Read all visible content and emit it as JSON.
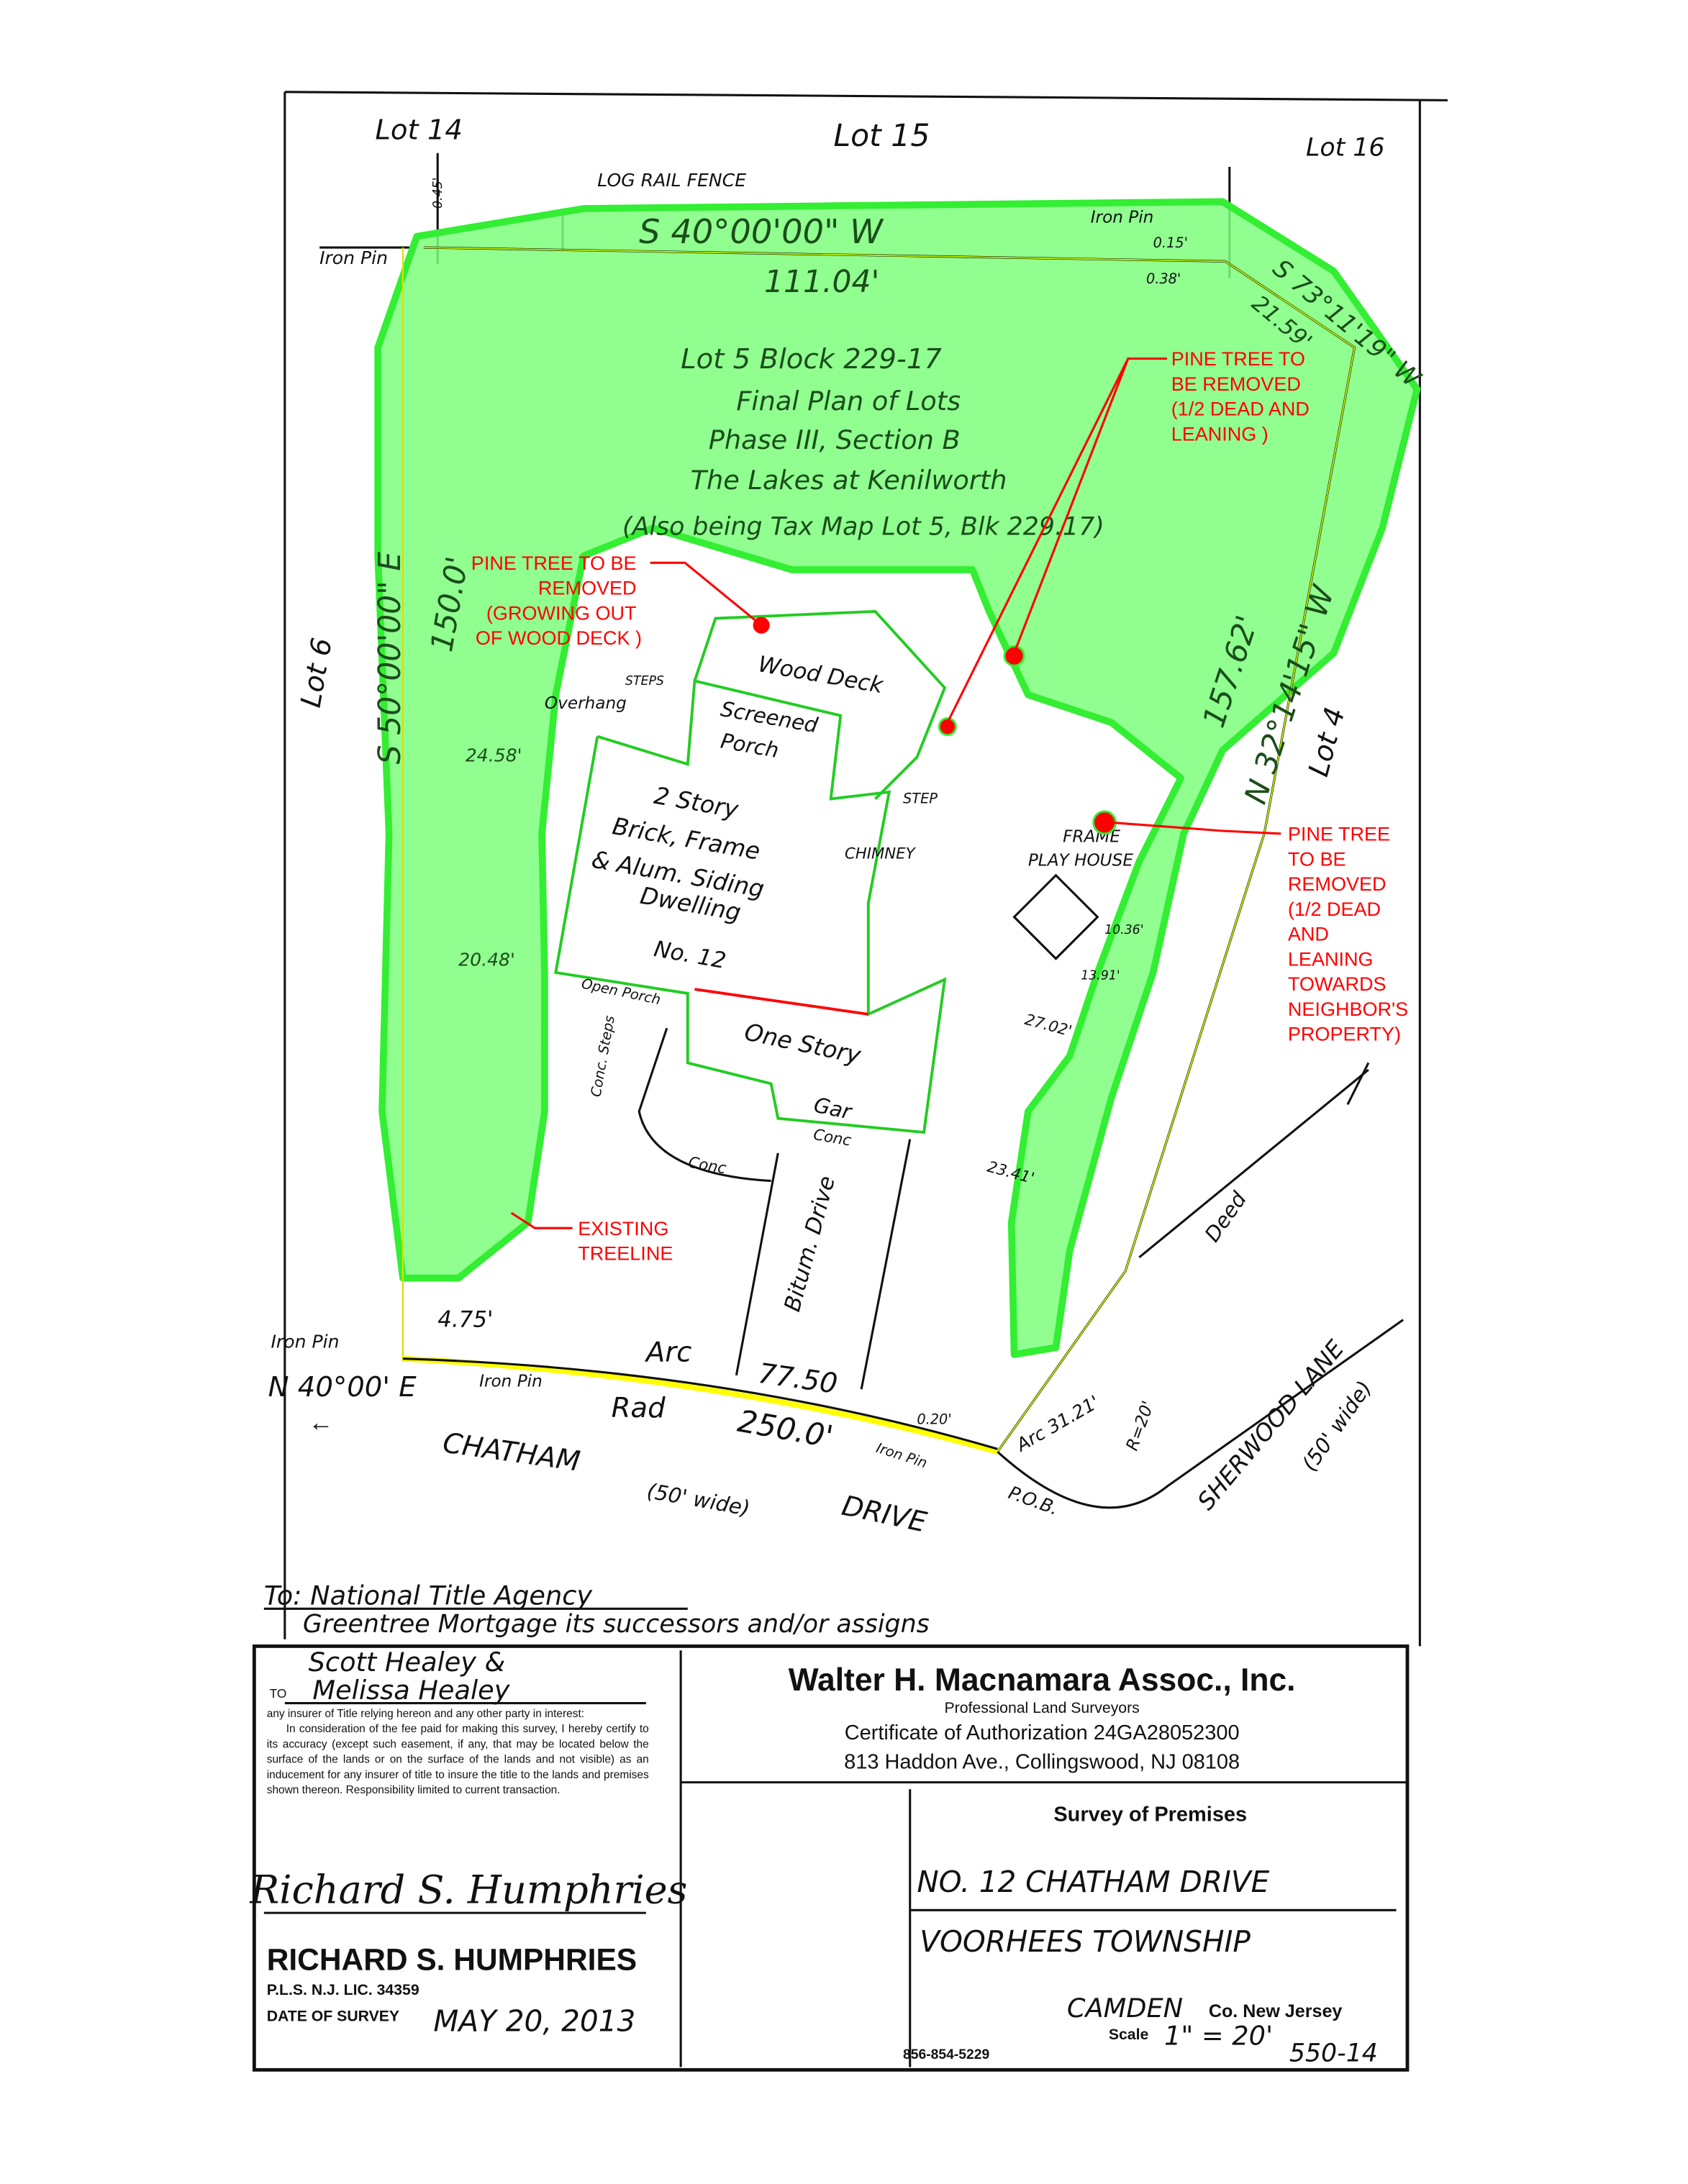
{
  "colors": {
    "treeline_fill": "#7dff7d",
    "treeline_stroke": "#33ee33",
    "annotation": "#ff0000",
    "ink": "#111111",
    "boundary_highlight": "#ffff00"
  },
  "adjacent_lots": {
    "lot14": "Lot 14",
    "lot15": "Lot 15",
    "lot16": "Lot 16",
    "lot6": "Lot 6",
    "lot4": "Lot 4"
  },
  "plan": {
    "fence": "LOG RAIL FENCE",
    "iron_pin": "Iron Pin",
    "bearing_north": "S 40°00'00\" W",
    "dist_north": "111.04'",
    "bearing_ne": "S 73°11'19\" W",
    "dist_ne": "21.59'",
    "bearing_east": "N 32°14'15\" W",
    "dist_east": "157.62'",
    "bearing_west": "S 50°00'00\" E",
    "dist_west": "150.0'",
    "offset_045": "0.45'",
    "offset_015": "0.15'",
    "offset_038": "0.38'",
    "offset_020": "0.20'",
    "offset_475": "4.75'",
    "lot_block": "Lot 5      Block 229-17",
    "final_plan": "Final Plan of Lots",
    "phase": "Phase III, Section B",
    "lakes": "The Lakes at Kenilworth",
    "tax_map": "(Also being Tax Map Lot 5, Blk 229.17)",
    "wood_deck": "Wood Deck",
    "screened_porch_1": "Screened",
    "screened_porch_2": "Porch",
    "steps": "STEPS",
    "step": "STEP",
    "overhang": "Overhang",
    "dwelling_1": "2 Story",
    "dwelling_2": "Brick, Frame",
    "dwelling_3": "& Alum. Siding",
    "dwelling_4": "Dwelling",
    "dwelling_no": "No. 12",
    "chimney": "CHIMNEY",
    "open_porch": "Open Porch",
    "conc_steps": "Conc. Steps",
    "one_story": "One Story",
    "gar": "Gar",
    "conc": "Conc",
    "drive": "Bitum. Drive",
    "playhouse_1": "FRAME",
    "playhouse_2": "PLAY HOUSE",
    "d_2458": "24.58'",
    "d_2048": "20.48'",
    "d_2702": "27.02'",
    "d_2341": "23.41'",
    "d_1036": "10.36'",
    "d_1391": "13.91'",
    "deed": "Deed",
    "arc_label": "Arc",
    "arc_len": "77.50",
    "rad_label": "Rad",
    "rad_len": "250.0'",
    "arc2": "Arc 31.21'",
    "r20": "R=20'",
    "pob": "P.O.B.",
    "n40": "N 40°00' E",
    "street": "CHATHAM",
    "street_2": "DRIVE",
    "street_width": "(50' wide)",
    "sherwood": "SHERWOOD LANE",
    "sherwood_width": "(50' wide)"
  },
  "annotations": {
    "deck_tree": [
      "PINE TREE TO BE",
      "REMOVED",
      "(GROWING OUT",
      "OF WOOD DECK )"
    ],
    "north_tree": [
      "PINE TREE TO",
      "BE REMOVED",
      "(1/2 DEAD AND",
      "LEANING )"
    ],
    "east_tree": [
      "PINE TREE",
      "TO BE",
      "REMOVED",
      "(1/2 DEAD",
      "AND",
      "LEANING",
      "TOWARDS",
      "NEIGHBOR'S",
      "PROPERTY)"
    ],
    "treeline": [
      "EXISTING",
      "TREELINE"
    ]
  },
  "certification": {
    "to_1": "To: National Title Agency",
    "to_2": "Greentree Mortgage its successors and/or assigns",
    "owners_1": "Scott Healey &",
    "owners_2": "Melissa Healey",
    "to_label": "TO",
    "insurer": "any insurer of Title relying hereon and any other party in interest:",
    "statement": "In consideration of the fee paid for making this survey, I hereby certify to its accuracy (except such easement, if any, that may be located below the surface of the lands or on the surface of the lands and not visible) as an inducement for any insurer of title to insure the title to the lands and premises shown thereon. Responsibility limited to current transaction.",
    "signature": "Richard S. Humphries",
    "surveyor": "RICHARD S. HUMPHRIES",
    "license": "P.L.S. N.J. LIC. 34359",
    "date_label": "DATE OF SURVEY",
    "date": "MAY 20, 2013"
  },
  "firm": {
    "name": "Walter H. Macnamara Assoc., Inc.",
    "subtitle": "Professional Land Surveyors",
    "certificate": "Certificate of Authorization 24GA28052300",
    "address": "813 Haddon Ave., Collingswood, NJ 08108",
    "phone": "856-854-5229"
  },
  "survey": {
    "title": "Survey of Premises",
    "address": "NO. 12 CHATHAM DRIVE",
    "township": "VOORHEES TOWNSHIP",
    "county": "CAMDEN",
    "county_suffix": "Co. New Jersey",
    "scale_label": "Scale",
    "scale": "1\" = 20'",
    "number": "550-14"
  }
}
